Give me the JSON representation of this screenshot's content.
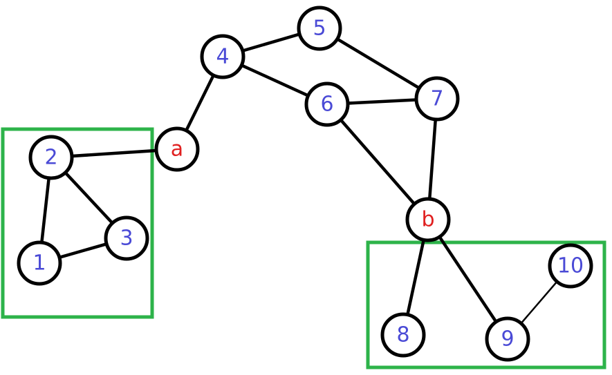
{
  "graph": {
    "node_color": "#ffffff",
    "stroke_color": "#000000",
    "label_color_default": "#4a4ad6",
    "label_color_cut": "#e02020",
    "box_color": "#2db34a",
    "nodes": [
      {
        "id": "1",
        "label": "1",
        "kind": "default"
      },
      {
        "id": "2",
        "label": "2",
        "kind": "default"
      },
      {
        "id": "3",
        "label": "3",
        "kind": "default"
      },
      {
        "id": "a",
        "label": "a",
        "kind": "cut"
      },
      {
        "id": "4",
        "label": "4",
        "kind": "default"
      },
      {
        "id": "5",
        "label": "5",
        "kind": "default"
      },
      {
        "id": "6",
        "label": "6",
        "kind": "default"
      },
      {
        "id": "7",
        "label": "7",
        "kind": "default"
      },
      {
        "id": "b",
        "label": "b",
        "kind": "cut"
      },
      {
        "id": "8",
        "label": "8",
        "kind": "default"
      },
      {
        "id": "9",
        "label": "9",
        "kind": "default"
      },
      {
        "id": "10",
        "label": "10",
        "kind": "default"
      }
    ],
    "edges": [
      [
        "2",
        "a"
      ],
      [
        "2",
        "3"
      ],
      [
        "2",
        "1"
      ],
      [
        "1",
        "3"
      ],
      [
        "a",
        "4"
      ],
      [
        "4",
        "5"
      ],
      [
        "4",
        "6"
      ],
      [
        "5",
        "7"
      ],
      [
        "6",
        "7"
      ],
      [
        "6",
        "b"
      ],
      [
        "7",
        "b"
      ],
      [
        "b",
        "8"
      ],
      [
        "b",
        "9"
      ],
      [
        "9",
        "10"
      ]
    ],
    "groups": [
      {
        "id": "left-component",
        "members": [
          "1",
          "2",
          "3"
        ]
      },
      {
        "id": "right-component",
        "members": [
          "8",
          "9",
          "10"
        ]
      }
    ]
  }
}
